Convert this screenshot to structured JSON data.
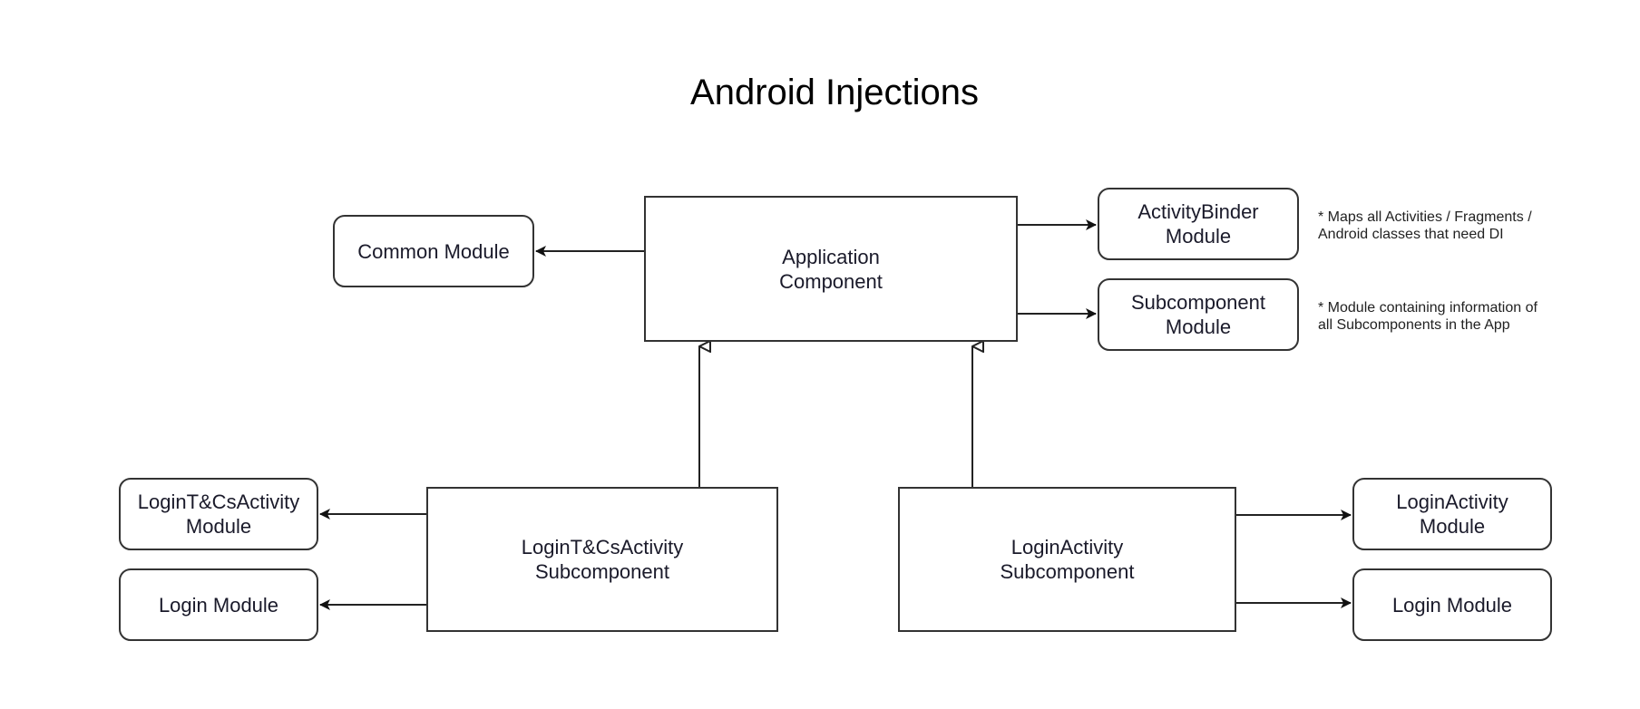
{
  "title": "Android Injections",
  "components": {
    "application": "Application\nComponent",
    "login_tcs_sub": "LoginT&CsActivity\nSubcomponent",
    "login_activity_sub": "LoginActivity\nSubcomponent"
  },
  "modules": {
    "common": "Common Module",
    "activity_binder": "ActivityBinder\nModule",
    "subcomponent": "Subcomponent\nModule",
    "login_tcs_activity": "LoginT&CsActivity\nModule",
    "login_left": "Login Module",
    "login_activity": "LoginActivity\nModule",
    "login_right": "Login Module"
  },
  "notes": {
    "activity_binder": "* Maps all Activities / Fragments /\nAndroid classes that need DI",
    "subcomponent": "* Module containing information of\nall Subcomponents in the App"
  },
  "colors": {
    "stroke": "#333333",
    "background": "#ffffff"
  }
}
